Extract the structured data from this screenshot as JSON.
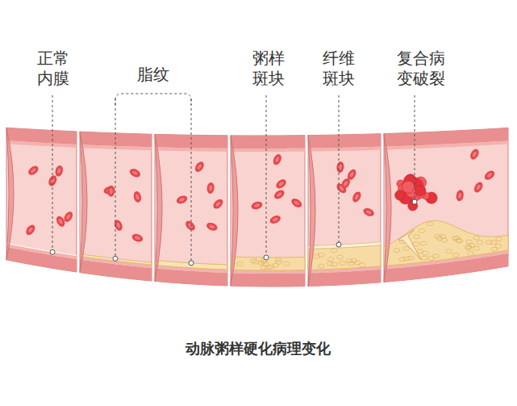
{
  "diagram": {
    "title": "动脉粥样硬化病理变化",
    "labels": [
      "正常 内膜",
      "脂纹",
      "粥样 斑块",
      "纤维 斑块",
      "复合病 变破裂"
    ]
  }
}
